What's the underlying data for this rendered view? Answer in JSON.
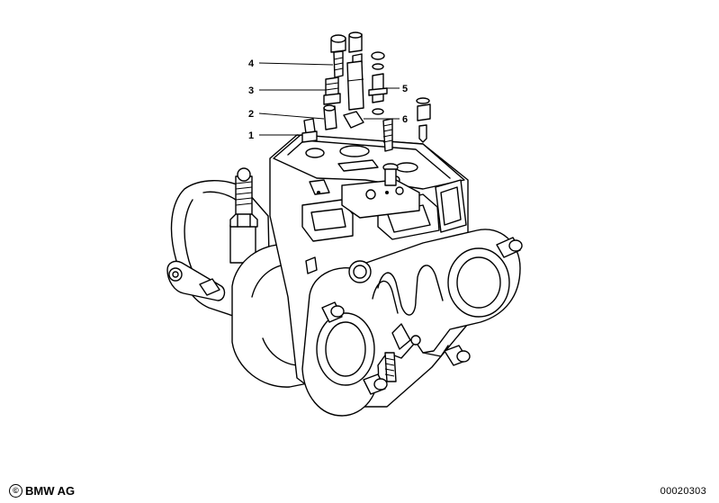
{
  "callouts": [
    {
      "id": "1",
      "label": "1"
    },
    {
      "id": "2",
      "label": "2"
    },
    {
      "id": "3",
      "label": "3"
    },
    {
      "id": "4",
      "label": "4"
    },
    {
      "id": "5",
      "label": "5"
    },
    {
      "id": "6",
      "label": "6"
    }
  ],
  "footer": {
    "copyright_symbol": "©",
    "brand": "BMW AG",
    "diagram_number": "00020303"
  }
}
